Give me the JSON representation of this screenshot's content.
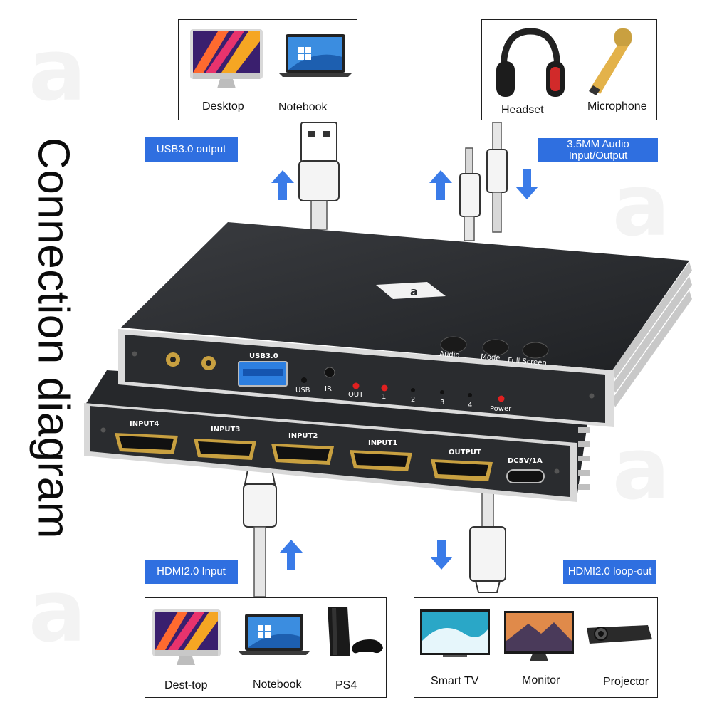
{
  "title": "Connection diagram",
  "top_left_box": {
    "items": [
      {
        "label": "Desktop"
      },
      {
        "label": "Notebook"
      }
    ]
  },
  "top_right_box": {
    "items": [
      {
        "label": "Headset"
      },
      {
        "label": "Microphone"
      }
    ]
  },
  "bottom_left_box": {
    "items": [
      {
        "label": "Dest-top"
      },
      {
        "label": "Notebook"
      },
      {
        "label": "PS4"
      }
    ]
  },
  "bottom_right_box": {
    "items": [
      {
        "label": "Smart TV"
      },
      {
        "label": "Monitor"
      },
      {
        "label": "Projector"
      }
    ]
  },
  "tags": {
    "usb_output": "USB3.0 output",
    "audio_line1": "3.5MM Audio",
    "audio_line2": "Input/Output",
    "hdmi_input": "HDMI2.0 Input",
    "hdmi_loop_out": "HDMI2.0 loop-out"
  },
  "device": {
    "buttons": [
      "Audio",
      "Mode",
      "Full Screen"
    ],
    "front_labels": {
      "usb_port": "USB3.0",
      "usb": "USB",
      "ir": "IR",
      "out": "OUT",
      "power": "Power",
      "ch1": "1",
      "ch2": "2",
      "ch3": "3",
      "ch4": "4"
    },
    "rear_ports": [
      "INPUT4",
      "INPUT3",
      "INPUT2",
      "INPUT1",
      "OUTPUT",
      "DC5V/1A"
    ]
  },
  "colors": {
    "accent": "#2f6fe0",
    "device": "#2b2d30",
    "led": "#e02020"
  }
}
